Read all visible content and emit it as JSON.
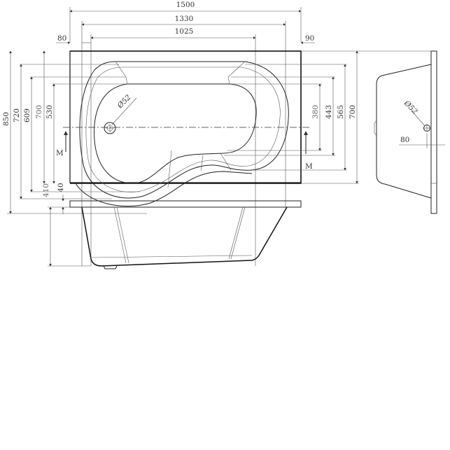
{
  "top_view": {
    "dims_horizontal": {
      "overall": "1500",
      "inner": "1330",
      "basin": "1025",
      "left_offset": "80",
      "right_offset": "90"
    },
    "dims_left": {
      "d850": "850",
      "d720": "720",
      "d609": "609",
      "d700": "700",
      "d530": "530"
    },
    "dims_right": {
      "d380": "380",
      "d443": "443",
      "d565": "565",
      "d700": "700"
    },
    "drain_label": "Ø52",
    "section_marks": [
      "M",
      "M"
    ]
  },
  "side_view": {
    "drain_label": "Ø52",
    "offset": "80"
  },
  "front_view": {
    "height": "410",
    "rim": "40"
  }
}
